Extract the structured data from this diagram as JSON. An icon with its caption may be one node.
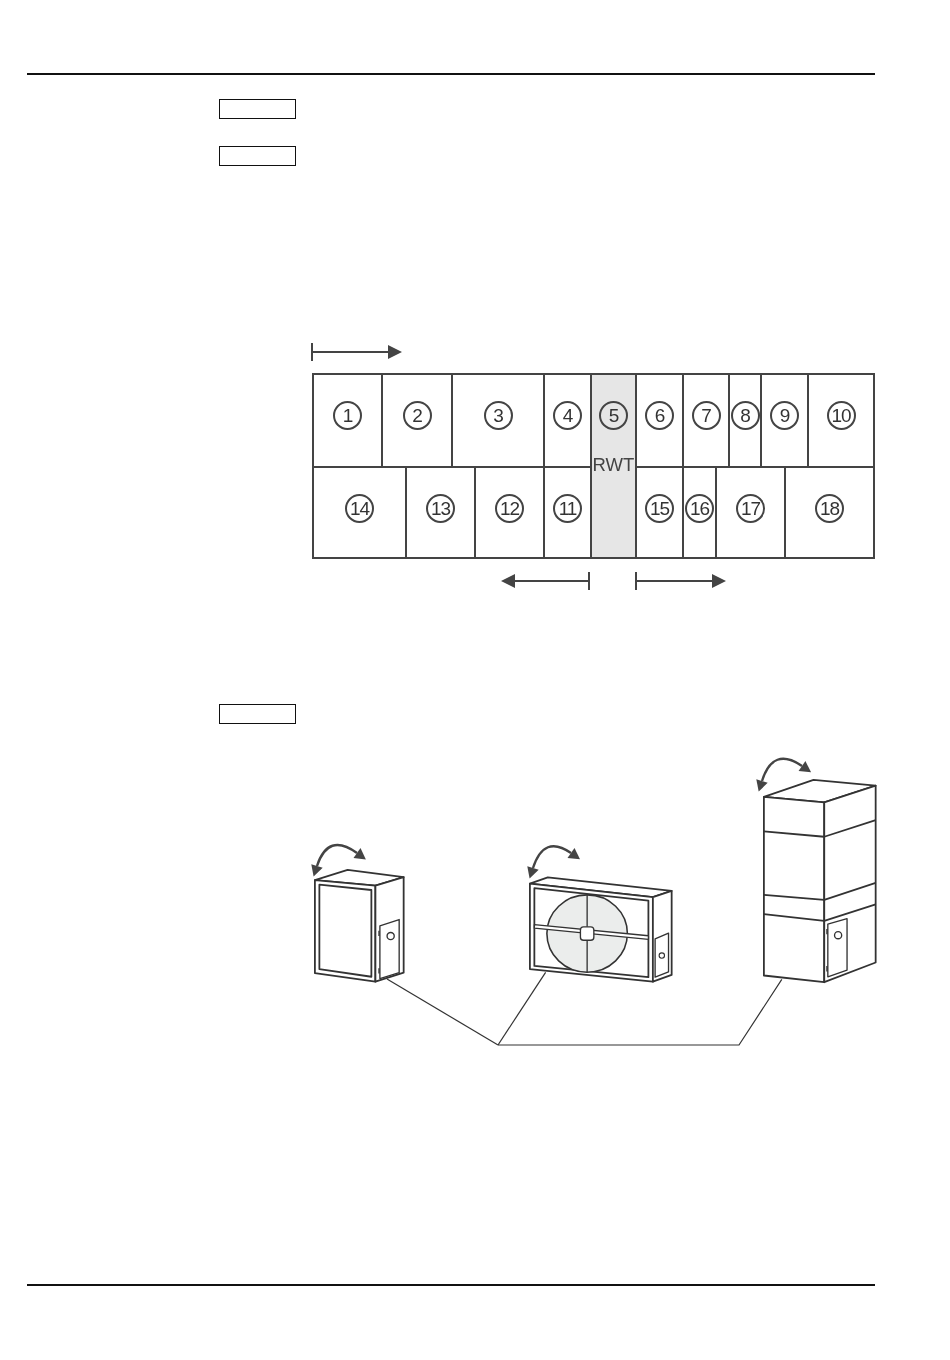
{
  "diagram": {
    "nodes": [
      {
        "text": [],
        "shape": "box"
      },
      {
        "text": [],
        "shape": "box"
      },
      {
        "text": [
          "1"
        ]
      },
      {
        "text": [
          "2"
        ]
      },
      {
        "text": [
          "3"
        ]
      },
      {
        "text": [
          "4"
        ]
      },
      {
        "text": [
          "5",
          "RWT"
        ]
      },
      {
        "text": [
          "6"
        ]
      },
      {
        "text": [
          "7"
        ]
      },
      {
        "text": [
          "8"
        ]
      },
      {
        "text": [
          "9"
        ]
      },
      {
        "text": [
          "10"
        ]
      },
      {
        "text": [
          "14"
        ]
      },
      {
        "text": [
          "13"
        ]
      },
      {
        "text": [
          "12"
        ]
      },
      {
        "text": [
          "11"
        ]
      },
      {
        "text": [
          "15"
        ]
      },
      {
        "text": [
          "16"
        ]
      },
      {
        "text": [
          "17"
        ]
      },
      {
        "text": [
          "18"
        ]
      },
      {
        "text": [],
        "shape": "box"
      },
      {
        "text": [],
        "shape": "picture"
      },
      {
        "text": [],
        "shape": "picture"
      },
      {
        "text": [],
        "shape": "picture"
      }
    ],
    "edges": [
      {
        "from": null,
        "to": 21,
        "arrow": "none"
      },
      {
        "from": null,
        "to": 22,
        "arrow": "none"
      },
      {
        "from": null,
        "to": 23,
        "arrow": "none"
      }
    ]
  }
}
